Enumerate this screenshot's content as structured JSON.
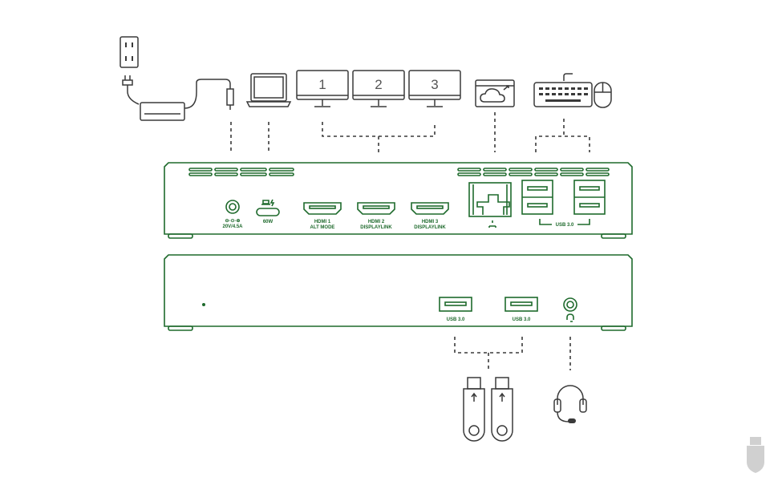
{
  "diagram": {
    "monitors": [
      "1",
      "2",
      "3"
    ],
    "rear_ports": {
      "dc_in": "20V/4.5A",
      "usb_c": "60W",
      "hdmi1": {
        "name": "HDMI 1",
        "mode": "ALT MODE"
      },
      "hdmi2": {
        "name": "HDMI 2",
        "mode": "DISPLAYLINK"
      },
      "hdmi3": {
        "name": "HDMI 3",
        "mode": "DISPLAYLINK"
      },
      "usb_group": "USB 3.0"
    },
    "front_ports": {
      "usb_a1": "USB 3.0",
      "usb_a2": "USB 3.0"
    },
    "colors": {
      "accent": "#1e6a2c",
      "icon": "#3a3a3a"
    }
  }
}
